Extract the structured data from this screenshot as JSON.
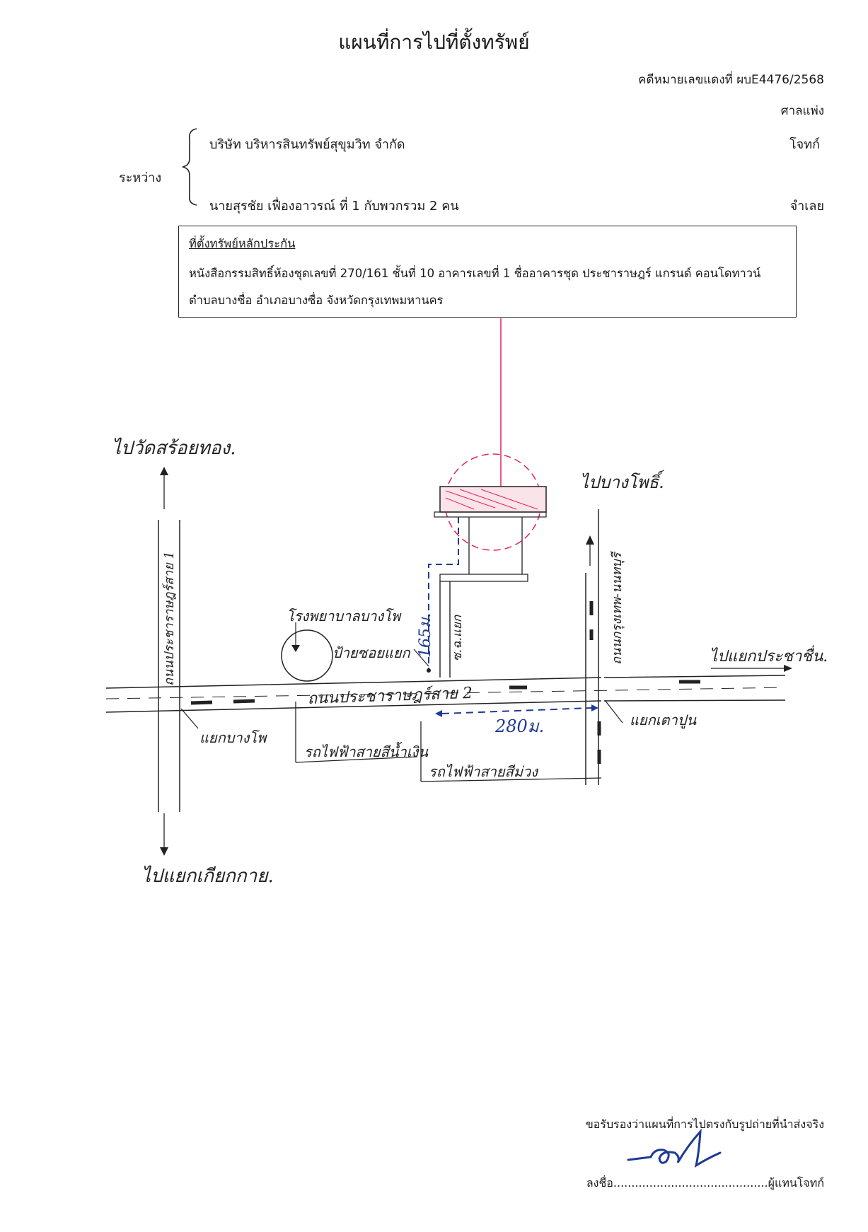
{
  "header": {
    "title": "แผนที่การไปที่ตั้งทรัพย์",
    "case_number": "คดีหมายเลขแดงที่ ผบE4476/2568",
    "court": "ศาลแพ่ง"
  },
  "parties": {
    "between_label": "ระหว่าง",
    "plaintiff_name": "บริษัท บริหารสินทรัพย์สุขุมวิท จำกัด",
    "plaintiff_role": "โจทก์",
    "defendant_name": "นายสุรชัย  เฟื่องอาวรณ์ ที่ 1 กับพวกรวม 2 คน",
    "defendant_role": "จำเลย"
  },
  "collateral": {
    "heading": "ที่ตั้งทรัพย์หลักประกัน",
    "line1": "หนังสือกรรมสิทธิ์ห้องชุดเลขที่ 270/161 ชั้นที่ 10 อาคารเลขที่ 1 ชื่ออาคารชุด ประชาราษฎร์ แกรนด์ คอนโดทาวน์",
    "line2": "ตำบลบางซื่อ อำเภอบางซื่อ จังหวัดกรุงเทพมหานคร"
  },
  "map": {
    "to_north_west": "ไปวัดสร้อยทอง.",
    "to_north_east": "ไปบางโพธิ์.",
    "to_east": "ไปแยกประชาชื่น.",
    "to_south": "ไปแยกเกียกกาย.",
    "road_west": "ถนนประชาราษฎร์สาย 1",
    "road_east": "ถนนกรุงเทพ-นนทบุรี",
    "road_main": "ถนนประชาราษฎร์สาย 2",
    "soi_label": "ซ.ฉ.แยก",
    "hospital": "โรงพยาบาลบางโพ",
    "sign_label": "ป้ายซอยแยก",
    "dist_soi": "165ม.",
    "dist_road": "280ม.",
    "junction_bangpho": "แยกบางโพ",
    "junction_taopoon": "แยกเตาปูน",
    "mrt_blue": "รถไฟฟ้าสายสีน้ำเงิน",
    "mrt_purple": "รถไฟฟ้าสายสีม่วง"
  },
  "footer": {
    "certify_text": "ขอรับรองว่าแผนที่การไปตรงกับรูปถ่ายที่นำส่งจริง",
    "sign_prefix": "ลงชื่อ",
    "sign_dots": "...........................................",
    "sign_suffix": "ผู้แทนโจทก์"
  },
  "colors": {
    "ink": "#1a1a1a",
    "pink": "#e0245e",
    "blue": "#1f3a93"
  }
}
